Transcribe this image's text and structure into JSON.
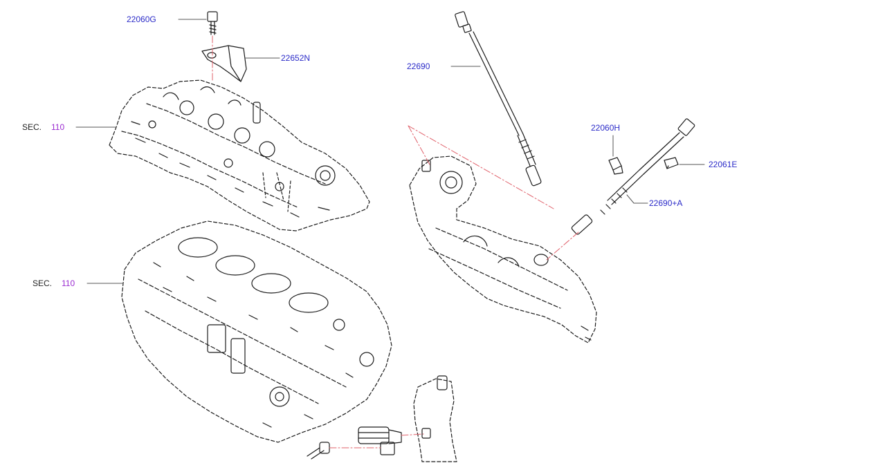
{
  "colors": {
    "part_number": "#2a2ac8",
    "section_number": "#9a2ad0",
    "section_word": "#222222",
    "line_art": "#1a1a1a",
    "phantom_line": "#e0606a",
    "background": "#ffffff"
  },
  "section_refs": [
    {
      "word": "SEC.",
      "number": "110"
    },
    {
      "word": "SEC.",
      "number": "110"
    }
  ],
  "parts": [
    {
      "number": "22060G"
    },
    {
      "number": "22652N"
    },
    {
      "number": "22690"
    },
    {
      "number": "22060H"
    },
    {
      "number": "22061E"
    },
    {
      "number": "22690+A"
    }
  ]
}
